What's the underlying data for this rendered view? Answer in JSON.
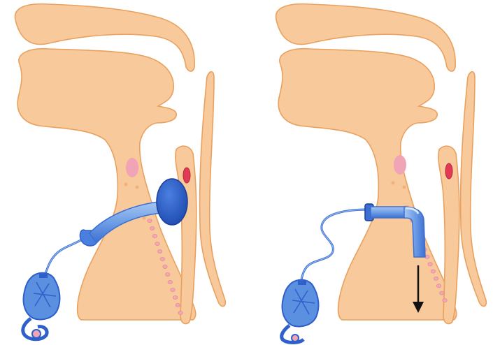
{
  "colors": {
    "background": "#ffffff",
    "tissue_fill": "#f8c99b",
    "tissue_stroke": "#e9a15f",
    "cartilage_ring": "#f2a7b2",
    "ring_stroke": "#e58b98",
    "pink_mark": "#f0a4b5",
    "red_mark": "#e03a55",
    "cannula_light": "#79a9e8",
    "cannula_dark": "#2f5fcb",
    "cannula_mid": "#5b8fe0",
    "arrow": "#111111"
  },
  "icons": {
    "left_device": "cuffed-tracheostomy-tube-icon",
    "right_device": "uncuffed-tracheostomy-tube-icon",
    "pilot_balloon": "pilot-balloon-icon",
    "arrow": "down-arrow-icon"
  },
  "panels": [
    {
      "id": "left",
      "tube": "cuffed"
    },
    {
      "id": "right",
      "tube": "uncuffed"
    }
  ]
}
